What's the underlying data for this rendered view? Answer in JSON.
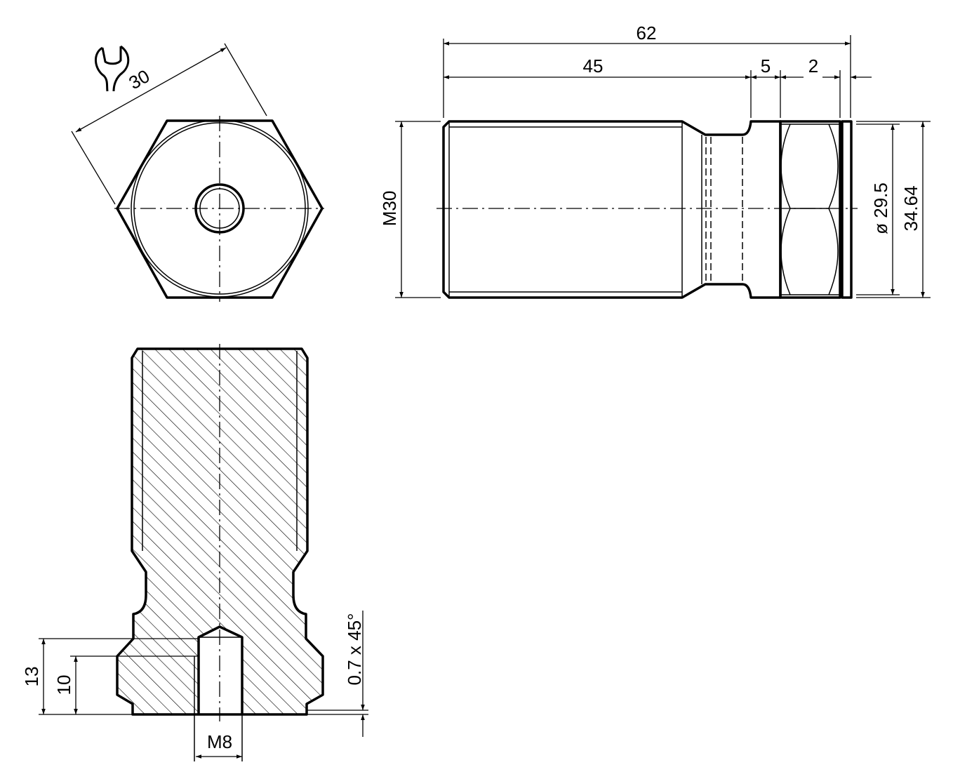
{
  "drawing": {
    "colors": {
      "line": "#000000",
      "background": "#ffffff"
    },
    "end_view": {
      "wrench_symbol": "wrench-icon",
      "wrench_size": "30"
    },
    "side_view": {
      "overall_length": "62",
      "thread_length": "45",
      "flange_width": "5",
      "hex_offset": "2",
      "thread_size": "M30",
      "flange_diameter": "ø 29.5",
      "hex_across_corners": "34.64"
    },
    "section_view": {
      "depth_13": "13",
      "depth_10": "10",
      "internal_thread": "M8",
      "chamfer": "0.7 x 45°"
    }
  }
}
